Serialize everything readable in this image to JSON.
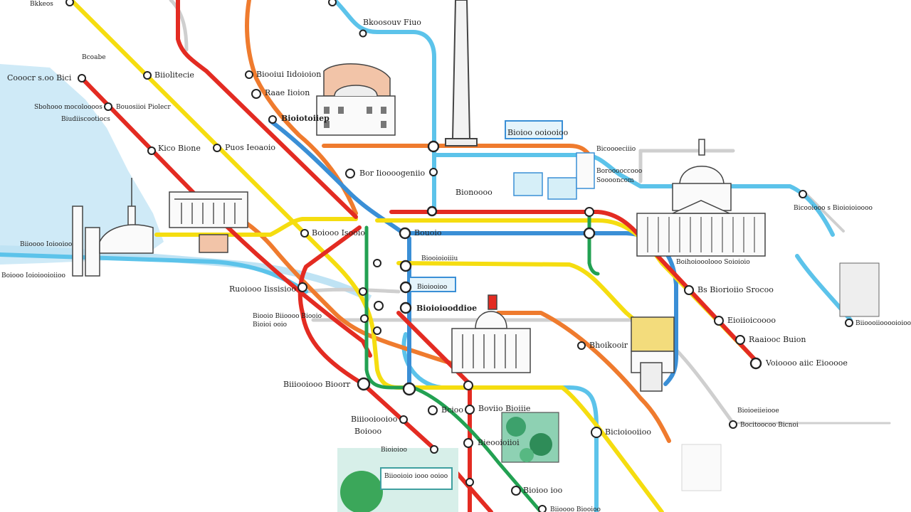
{
  "colors": {
    "red": "#e32b22",
    "orange": "#ef7b2e",
    "yellow": "#f5dd10",
    "blue": "#3a8fd6",
    "cyan": "#5cc3ea",
    "green": "#22a152",
    "water": "#cfeaf7",
    "grey": "#c8c8c8"
  },
  "landmarks": [
    {
      "id": "washington-monument",
      "icon": "obelisk-icon"
    },
    {
      "id": "capitol",
      "icon": "capitol-dome-icon"
    },
    {
      "id": "white-house",
      "icon": "white-house-icon"
    },
    {
      "id": "museum-south",
      "icon": "domed-museum-icon"
    },
    {
      "id": "memorial-west",
      "icon": "memorial-building-icon"
    },
    {
      "id": "park",
      "icon": "park-trees-icon"
    },
    {
      "id": "tower-west",
      "icon": "tower-skyline-icon"
    },
    {
      "id": "station-building",
      "icon": "station-building-icon"
    }
  ],
  "labels": {
    "l1": "Bkkeos",
    "l2": "Bkoosouv Fiuo",
    "l3": "Bcoabe",
    "l4": "Cooocr s.oo Bici",
    "l5": "Biiolitecie",
    "l6": "Biooiui Iidoioion",
    "l7": "Raae Iioion",
    "l8": "Sbohooo mocoloooos",
    "l9": "Bouosiioi Piolecr",
    "l10": "Biudiiscootiocs",
    "l11": "Bioiotoiiep",
    "l12": "Kico Bione",
    "l13": "Puos Ieoaoio",
    "l14": "Bor Iioooogeniio",
    "l15": "Bionoooo",
    "l16": "Bicoooeciiio",
    "l17": "Borooooccooo",
    "l18": "Sooooncom",
    "l19": "Boiooo Isooio",
    "l20": "Ruoiooo Iissisioo",
    "l21": "Bouoio",
    "l22": "Biooioioiiiu",
    "l23": "Bioioiooddioe",
    "l24": "Boihoiooolooo Soioioio",
    "l25": "Bs Biorioiio Srocoo",
    "l26": "Eioiioicoooo",
    "l27": "Raaiooc Buion",
    "l28": "Voioooo aiic Eiooooe",
    "l29": "Bhoikooir",
    "l30": "Biiiooiooo Bioorr",
    "l31": "Biioooiiooooioioo",
    "l32": "Bcioo",
    "l33": "Boviio Bioiiie",
    "l34": "Biiiooiooioo",
    "l35": "Boiooo",
    "l36": "Bicioiooiioo",
    "l37": "Bioioioo",
    "l38": "Bieooioiioi",
    "l39": "Bioioo ioo",
    "l40": "Biioooo Biooioo",
    "l41": "Bioioeiieiooe",
    "l42": "Bocitoocoo Bicnoi",
    "l43": "Biioooo Ioiooioo",
    "l44": "Boiooo Ioioiooioiioo",
    "l45": "Biooio Biioooo Biooio",
    "l46": "Bioioi ooio",
    "l47": "Bioioo ooiooioo",
    "l48": "Bicooiooo s Bioioioioooo",
    "l49": "Biiooioio iooo ooioo",
    "l50": "Bioiooioo"
  }
}
